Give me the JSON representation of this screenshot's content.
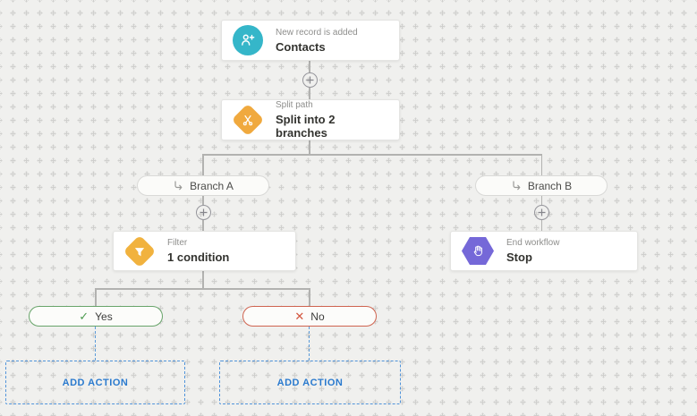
{
  "workflow": {
    "trigger": {
      "label": "New record is added",
      "title": "Contacts"
    },
    "split": {
      "label": "Split path",
      "title": "Split into 2 branches"
    },
    "branch_a": {
      "label": "Branch A"
    },
    "branch_b": {
      "label": "Branch B"
    },
    "filter": {
      "label": "Filter",
      "title": "1 condition"
    },
    "end": {
      "label": "End workflow",
      "title": "Stop"
    },
    "yes": {
      "label": "Yes",
      "icon": "✓"
    },
    "no": {
      "label": "No",
      "icon": "✕"
    },
    "add_action_a": {
      "label": "ADD ACTION"
    },
    "add_action_b": {
      "label": "ADD ACTION"
    }
  },
  "colors": {
    "trigger_teal": "#35b6c9",
    "split_orange": "#f0a93e",
    "filter_yellow": "#f1b23e",
    "end_purple": "#7568d8",
    "yes_green": "#4e9b51",
    "no_red": "#d3563e",
    "action_blue": "#2a7ace",
    "connector_gray": "#b2b2b0"
  }
}
